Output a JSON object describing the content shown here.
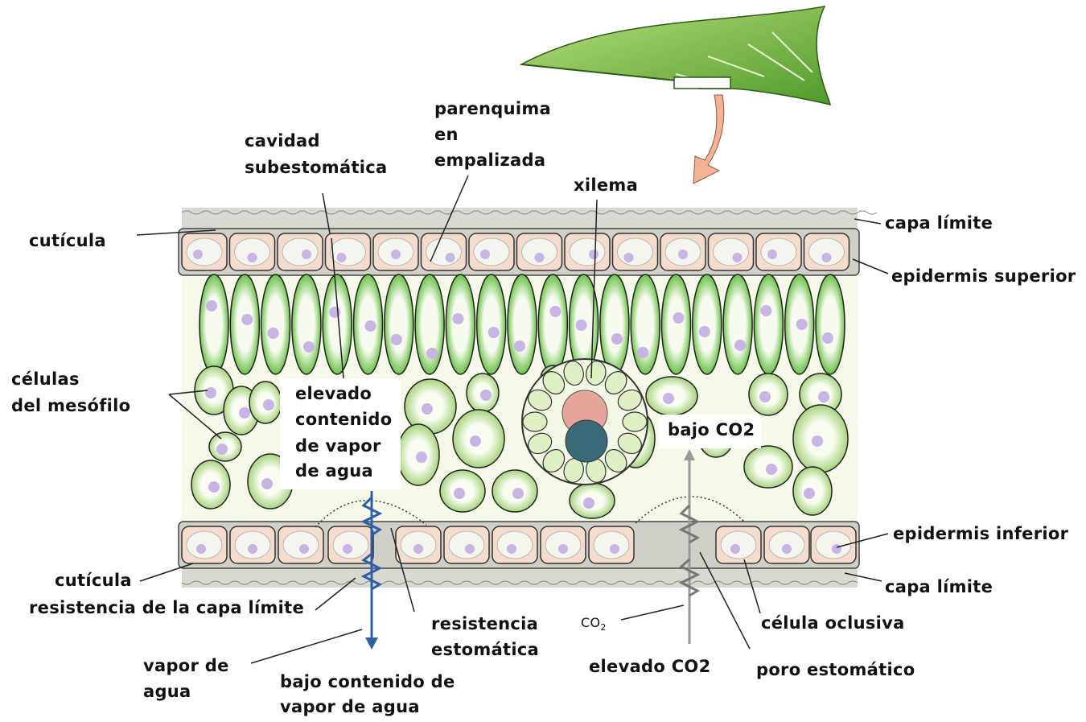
{
  "labels": {
    "cavidad_1": "cavidad",
    "cavidad_2": "subestomática",
    "parenquima_1": "parenquima",
    "parenquima_2": "en",
    "parenquima_3": "empalizada",
    "xilema": "xilema",
    "capa_limite_top": "capa límite",
    "cuticula_top": "cutícula",
    "epidermis_superior": "epidermis superior",
    "celulas_1": "células",
    "celulas_2": "del mesófilo",
    "elevado_vapor_1": "elevado",
    "elevado_vapor_2": "contenido",
    "elevado_vapor_3": "de vapor",
    "elevado_vapor_4": "de agua",
    "bajo_co2": "bajo CO2",
    "epidermis_inferior": "epidermis  inferior",
    "cuticula_bottom": "cutícula",
    "capa_limite_bottom": "capa límite",
    "resistencia_capa": "resistencia de la capa límite",
    "resistencia_est_1": "resistencia",
    "resistencia_est_2": "estomática",
    "co2_small_main": "CO",
    "co2_small_sub": "2",
    "celula_oclusiva": "célula oclusiva",
    "vapor_1": "vapor de",
    "vapor_2": "agua",
    "elevado_co2": "elevado CO2",
    "poro": "poro estomático",
    "bajo_vapor_1": "bajo contenido de",
    "bajo_vapor_2": "vapor de agua"
  },
  "colors": {
    "cell_green": "#8fd16a",
    "cell_light": "#eef7de",
    "epidermis_pink": "#f6dccd",
    "nucleus": "#c9b4e6",
    "vapor_arrow": "#2f5fa8",
    "co2_arrow": "#999999",
    "leaf_green": "#7cbb45",
    "orange_arrow": "#f3b394"
  }
}
